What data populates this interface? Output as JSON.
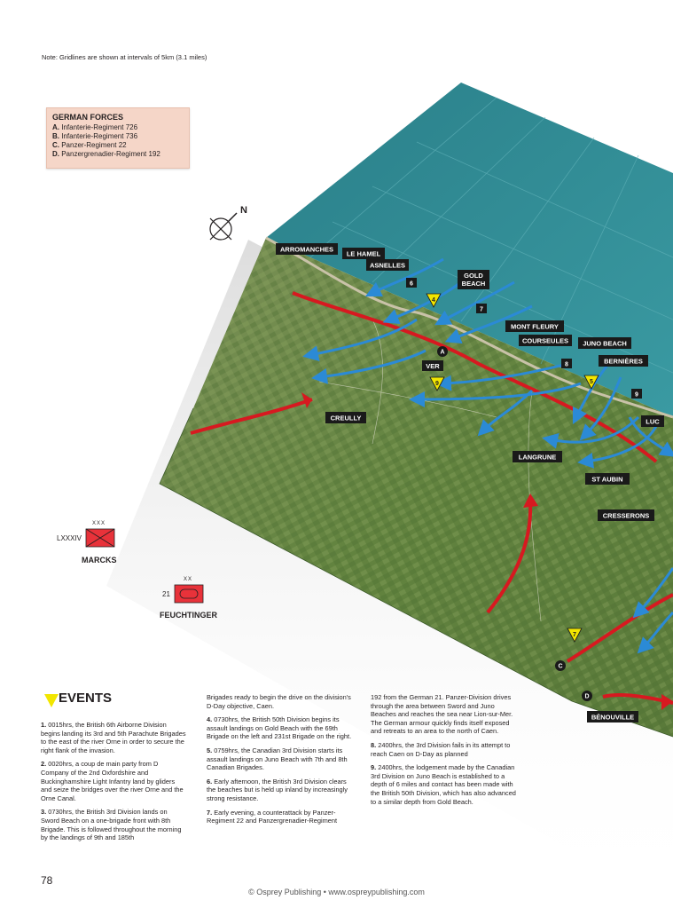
{
  "note": "Note: Gridlines are shown at intervals of 5km (3.1 miles)",
  "german_forces": {
    "title": "GERMAN FORCES",
    "items": [
      {
        "key": "A.",
        "text": " Infanterie-Regiment 726"
      },
      {
        "key": "B.",
        "text": " Infanterie-Regiment 736"
      },
      {
        "key": "C.",
        "text": " Panzer-Regiment 22"
      },
      {
        "key": "D.",
        "text": " Panzergrenadier-Regiment 192"
      }
    ]
  },
  "compass": {
    "icon": "compass-rose-icon",
    "north_label": "N"
  },
  "place_labels": [
    "ARROMANCHES",
    "LE HAMEL",
    "ASNELLES",
    "GOLD",
    "BEACH",
    "MONT FLEURY",
    "COURSEULES",
    "JUNO BEACH",
    "BERNIÈRES",
    "VER",
    "CREULLY",
    "LUC",
    "LANGRUNE",
    "ST AUBIN",
    "CRESSERONS",
    "BÉNOUVILLE"
  ],
  "event_markers": [
    "4",
    "5",
    "7",
    "9",
    "7"
  ],
  "plain_numbers": [
    "6",
    "7",
    "8",
    "9"
  ],
  "force_markers": [
    "A",
    "C",
    "D"
  ],
  "units": [
    {
      "size": "XXX",
      "prefix": "LXXXIV",
      "name": "MARCKS",
      "symbol": "infantry"
    },
    {
      "size": "XX",
      "prefix": "21",
      "name": "FEUCHTINGER",
      "symbol": "armour"
    }
  ],
  "events": {
    "title": "EVENTS",
    "col1": [
      {
        "num": "1.",
        "text": " 0015hrs, the British 6th Airborne Division begins landing its 3rd and 5th Parachute Brigades to the east of the river Orne in order to secure the right flank of the invasion."
      },
      {
        "num": "2.",
        "text": " 0020hrs, a coup de main party from D Company of the 2nd Oxfordshire and Buckinghamshire Light Infantry land by gliders and seize the bridges over the river Orne and the Orne Canal."
      },
      {
        "num": "3.",
        "text": " 0730hrs, the British 3rd Division lands on Sword Beach on a one-brigade front with 8th Brigade. This is followed throughout the morning by the landings of 9th and 185th"
      }
    ],
    "col2": [
      {
        "num": "",
        "text": "Brigades ready to begin the drive on the division's D-Day objective, Caen."
      },
      {
        "num": "4.",
        "text": " 0730hrs, the British 50th Division begins its assault landings on Gold Beach with the 69th Brigade on the left and 231st Brigade on the right."
      },
      {
        "num": "5.",
        "text": " 0759hrs, the Canadian 3rd Division starts its assault landings on Juno Beach with 7th and 8th Canadian Brigades."
      },
      {
        "num": "6.",
        "text": " Early afternoon, the British 3rd Division clears the beaches but is held up inland by increasingly strong resistance."
      },
      {
        "num": "7.",
        "text": " Early evening, a counterattack by Panzer-Regiment 22 and Panzergrenadier-Regiment"
      }
    ],
    "col3": [
      {
        "num": "",
        "text": "192 from the German 21. Panzer-Division drives through the area between Sword and Juno Beaches and reaches the sea near Lion-sur-Mer. The German armour quickly finds itself exposed and retreats to an area to the north of Caen."
      },
      {
        "num": "8.",
        "text": " 2400hrs, the 3rd Division fails in its attempt to reach Caen on D-Day as planned"
      },
      {
        "num": "9.",
        "text": " 2400hrs, the lodgement made by the Canadian 3rd Division on Juno Beach is established to a depth of 6 miles and contact has been made with the British 50th Division, which has also advanced to a similar depth from Gold Beach."
      }
    ]
  },
  "page_number": "78",
  "footer": "© Osprey Publishing • www.ospreypublishing.com",
  "colors": {
    "sea": "#2f8c95",
    "land": "#6b8a4a",
    "allied_arrow": "#2b8ad6",
    "german_arrow": "#d71920",
    "label_bg": "#1a1a1a",
    "marker_yellow": "#f2e600",
    "unit_red": "#e8323a"
  }
}
